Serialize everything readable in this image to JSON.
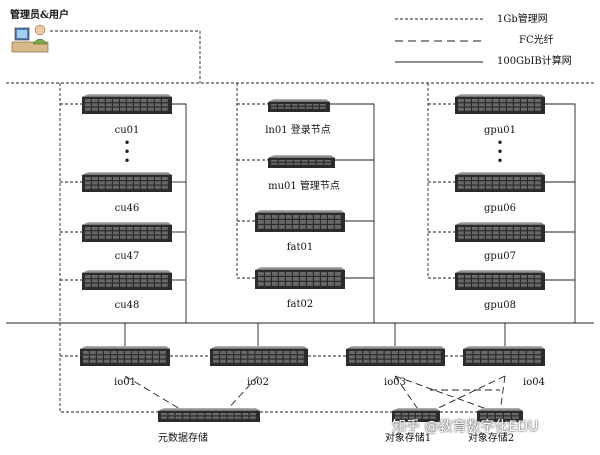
{
  "title": "管理员&用户",
  "legend": [
    {
      "label": "1Gb管理网",
      "style": "dashed-fine"
    },
    {
      "label": "FC光纤",
      "style": "dashed-long"
    },
    {
      "label": "100GbIB计算网",
      "style": "solid"
    }
  ],
  "nodes": {
    "cu01": "cu01",
    "cu46": "cu46",
    "cu47": "cu47",
    "cu48": "cu48",
    "ln01": "ln01 登录节点",
    "mu01": "mu01 管理节点",
    "fat01": "fat01",
    "fat02": "fat02",
    "gpu01": "gpu01",
    "gpu06": "gpu06",
    "gpu07": "gpu07",
    "gpu08": "gpu08",
    "io01": "io01",
    "io02": "io02",
    "io03": "io03",
    "io04": "io04",
    "meta": "元数据存储",
    "obj1": "对象存储1",
    "obj2": "对象存储2"
  },
  "ellipsis": "•\n•\n•",
  "watermark": "知乎 @教育数字化EDU",
  "colors": {
    "line": "#222222",
    "server": "#2b2b2b",
    "server_light": "#9a9a9a"
  }
}
